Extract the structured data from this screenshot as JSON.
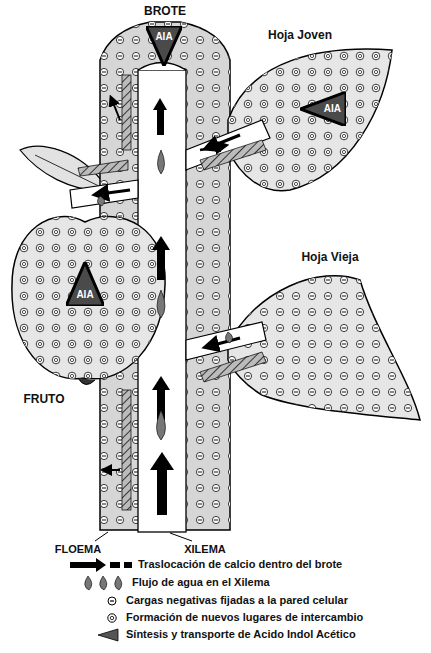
{
  "diagram": {
    "nodes": [
      {
        "text": [
          "AIA"
        ]
      },
      {
        "text": [
          "AIA"
        ]
      },
      {
        "text": [
          "AIA"
        ]
      }
    ],
    "labels": [
      "BROTE",
      "Hoja Joven",
      "Hoja Vieja",
      "FRUTO",
      "FLOEMA",
      "XILEMA"
    ],
    "legend": [
      {
        "text": "Traslocación de calcio dentro del brote"
      },
      {
        "text": "Flujo de agua en el Xilema"
      },
      {
        "text": "Cargas negativas fijadas a la pared celular"
      },
      {
        "text": "Formación de nuevos lugares de intercambio"
      },
      {
        "text": "Síntesis y transporte de Acido Indol Acético"
      }
    ]
  }
}
